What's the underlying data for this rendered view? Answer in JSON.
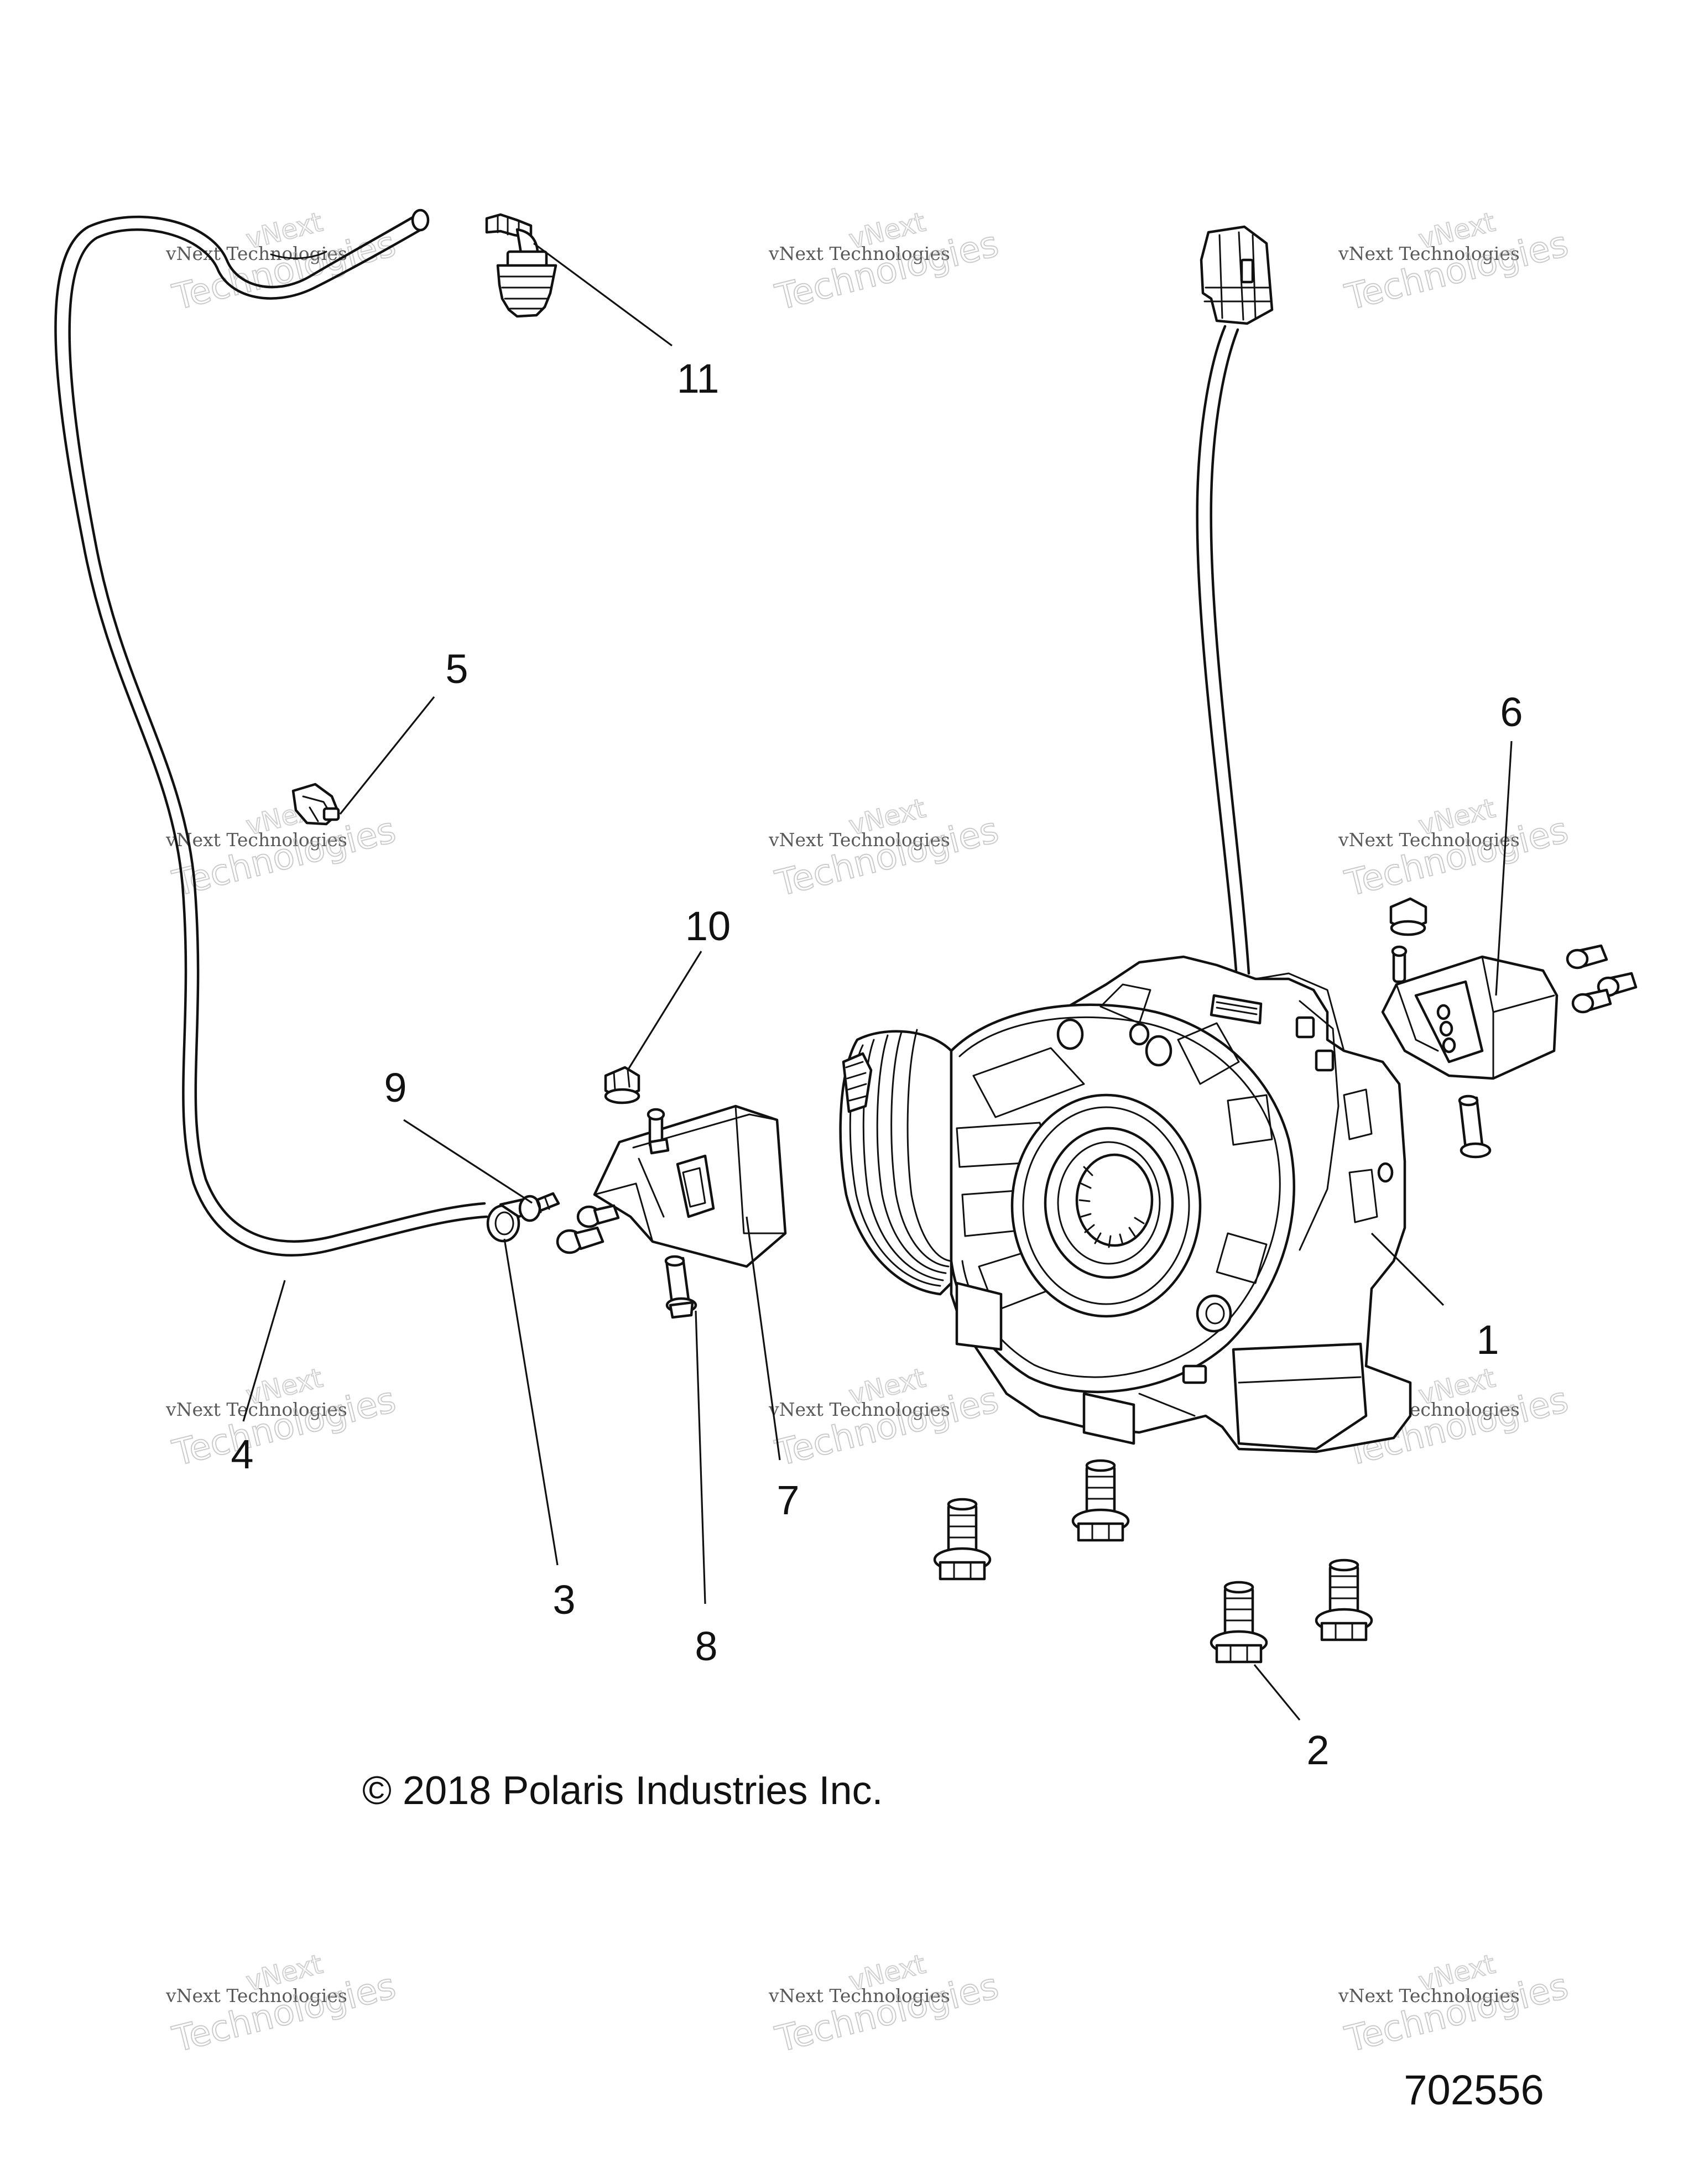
{
  "callouts": [
    {
      "id": "1",
      "label": "1"
    },
    {
      "id": "2",
      "label": "2"
    },
    {
      "id": "3",
      "label": "3"
    },
    {
      "id": "4",
      "label": "4"
    },
    {
      "id": "5",
      "label": "5"
    },
    {
      "id": "6",
      "label": "6"
    },
    {
      "id": "7",
      "label": "7"
    },
    {
      "id": "8",
      "label": "8"
    },
    {
      "id": "9",
      "label": "9"
    },
    {
      "id": "10",
      "label": "10"
    },
    {
      "id": "11",
      "label": "11"
    }
  ],
  "copyright": "© 2018 Polaris Industries Inc.",
  "drawing_number": "702556",
  "watermark": {
    "line1": "vNext Technologies",
    "line2": "Technologies",
    "ghost": "vNext"
  }
}
